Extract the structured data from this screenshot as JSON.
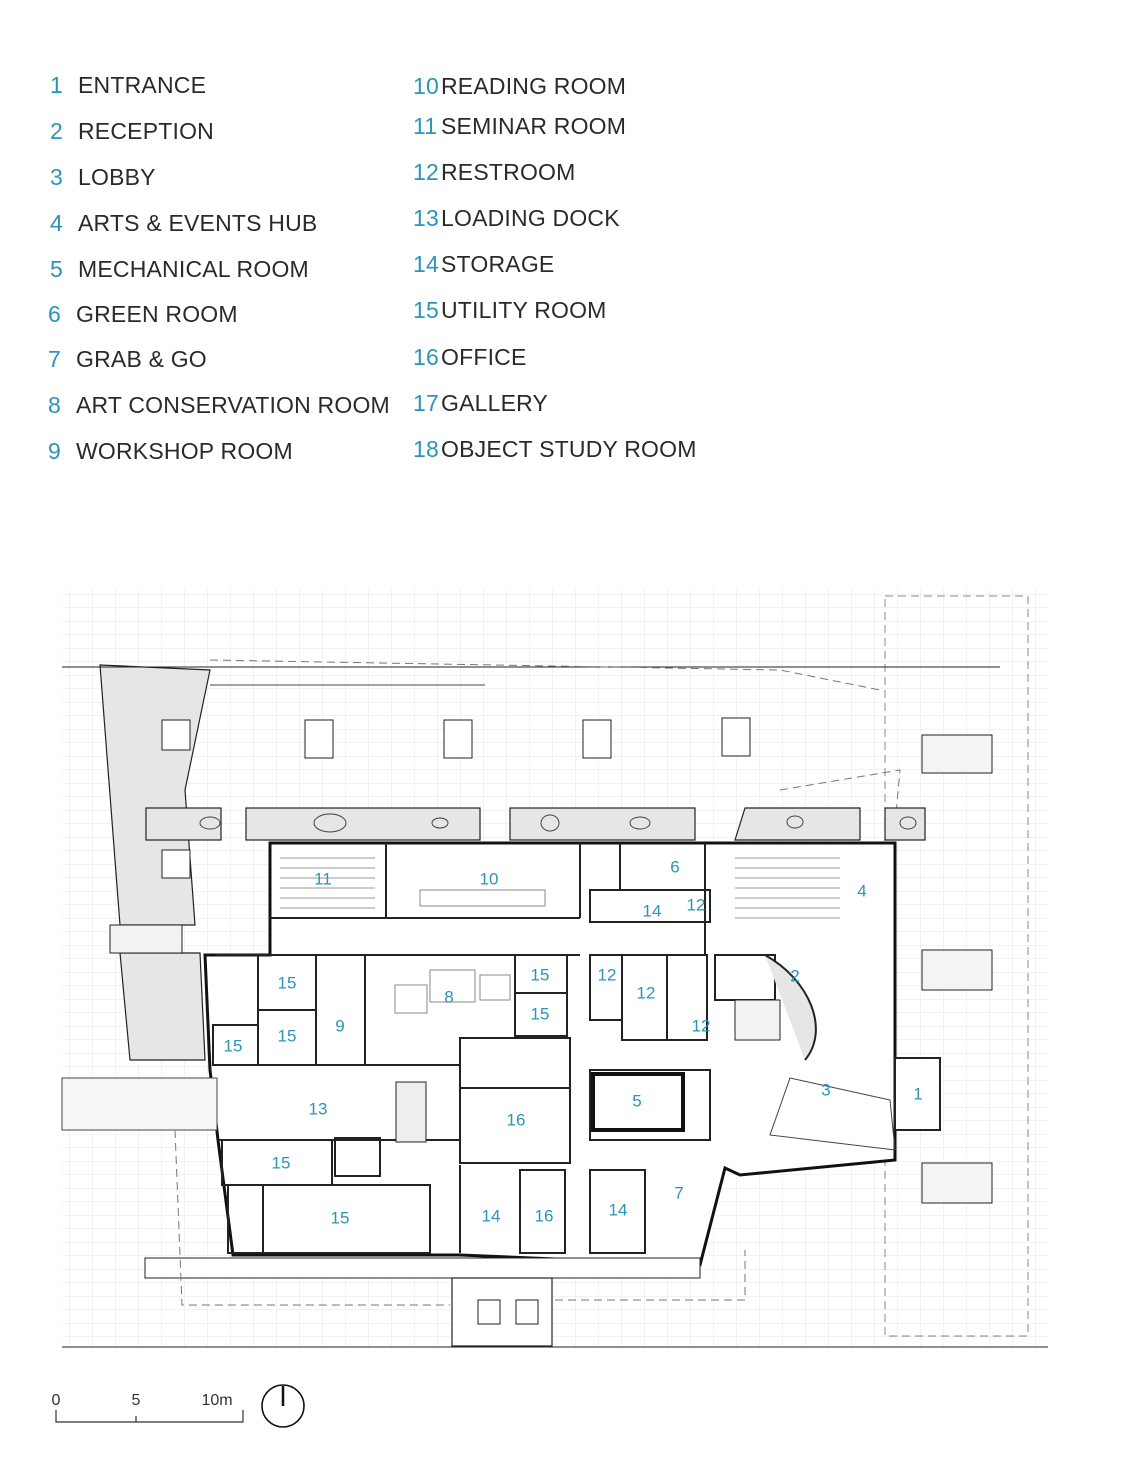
{
  "legend": {
    "items": [
      {
        "num": "1",
        "label": "ENTRANCE"
      },
      {
        "num": "2",
        "label": "RECEPTION"
      },
      {
        "num": "3",
        "label": "LOBBY"
      },
      {
        "num": "4",
        "label": "ARTS & EVENTS HUB"
      },
      {
        "num": "5",
        "label": "MECHANICAL ROOM"
      },
      {
        "num": "6",
        "label": "GREEN ROOM"
      },
      {
        "num": "7",
        "label": "GRAB & GO"
      },
      {
        "num": "8",
        "label": "ART CONSERVATION ROOM"
      },
      {
        "num": "9",
        "label": "WORKSHOP ROOM"
      },
      {
        "num": "10",
        "label": "READING ROOM"
      },
      {
        "num": "11",
        "label": "SEMINAR ROOM"
      },
      {
        "num": "12",
        "label": "RESTROOM"
      },
      {
        "num": "13",
        "label": "LOADING DOCK"
      },
      {
        "num": "14",
        "label": "STORAGE"
      },
      {
        "num": "15",
        "label": "UTILITY ROOM"
      },
      {
        "num": "16",
        "label": "OFFICE"
      },
      {
        "num": "17",
        "label": "GALLERY"
      },
      {
        "num": "18",
        "label": "OBJECT STUDY ROOM"
      }
    ]
  },
  "plan": {
    "room_numbers": [
      "1",
      "2",
      "3",
      "4",
      "5",
      "6",
      "7",
      "8",
      "9",
      "10",
      "11",
      "12",
      "12",
      "12",
      "12",
      "13",
      "14",
      "14",
      "14",
      "15",
      "15",
      "15",
      "15",
      "15",
      "15",
      "15",
      "16",
      "16"
    ]
  },
  "scale": {
    "ticks": [
      "0",
      "5",
      "10m"
    ]
  },
  "colors": {
    "accent": "#2b95b8",
    "line": "#222222",
    "grid": "#d8d8d8",
    "wall_fill": "#e6e6e6"
  }
}
